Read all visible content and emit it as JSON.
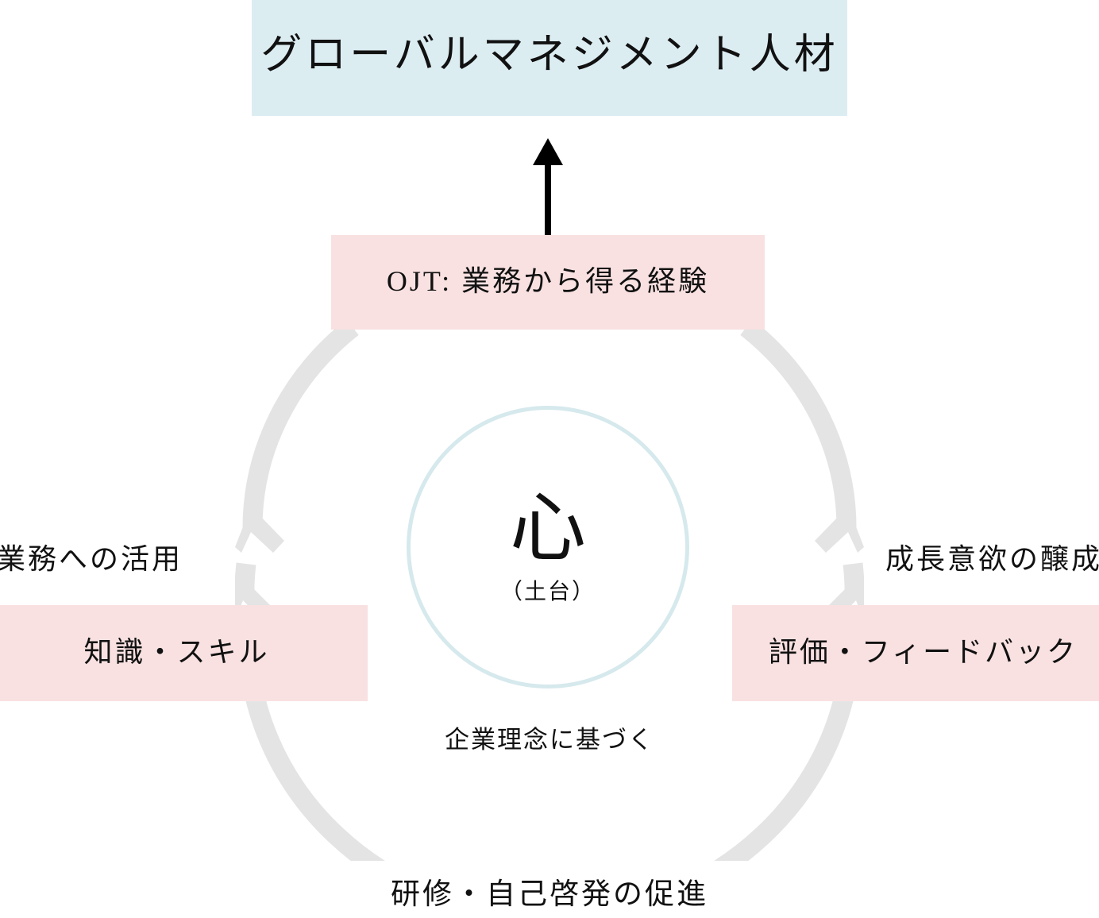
{
  "diagram": {
    "title_banner": {
      "label": "グローバルマネジメント人材",
      "background_color": "#dcedf2"
    },
    "arrow_up": {
      "icon": "arrow-up-icon",
      "color": "#000000"
    },
    "cycle_ring": {
      "icon": "circular-arrow-ring-icon",
      "color": "#e4e4e4",
      "arrowheads": [
        "left-chevron-up",
        "right-chevron-up"
      ]
    },
    "core": {
      "kanji": "心",
      "sub_label": "（土台）",
      "border_color": "#d6e9ed"
    },
    "boxes": {
      "top": {
        "label": "OJT: 業務から得る経験",
        "background_color": "#f9e1e1"
      },
      "left": {
        "label": "知識・スキル",
        "background_color": "#f9e1e1"
      },
      "right": {
        "label": "評価・フィードバック",
        "background_color": "#f9e1e1"
      }
    },
    "captions": {
      "left": "業務への活用",
      "right": "成長意欲の醸成",
      "center": "企業理念に基づく",
      "bottom": "研修・自己啓発の促進"
    }
  }
}
